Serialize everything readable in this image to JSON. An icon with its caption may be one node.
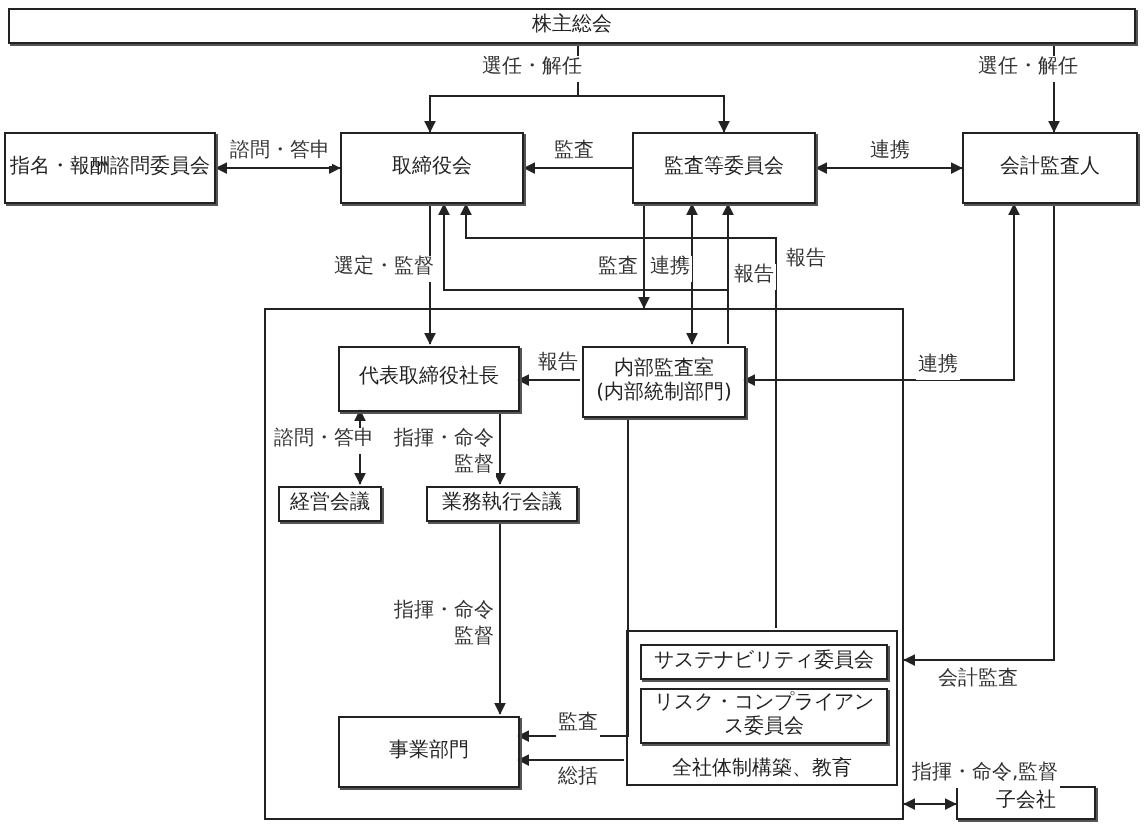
{
  "diagram": {
    "nodes": [
      {
        "text": [
          "株主総会"
        ]
      },
      {
        "text": [
          "指名・報酬諮問委員会"
        ]
      },
      {
        "text": [
          "取締役会"
        ]
      },
      {
        "text": [
          "監査等委員会"
        ]
      },
      {
        "text": [
          "会計監査人"
        ]
      },
      {
        "text": [],
        "shape": "box"
      },
      {
        "text": [
          "代表取締役社長"
        ],
        "in": 5
      },
      {
        "text": [
          "内部監査室",
          "(内部統制部門)"
        ],
        "in": 5
      },
      {
        "text": [
          "経営会議"
        ],
        "in": 5
      },
      {
        "text": [
          "業務執行会議"
        ],
        "in": 5
      },
      {
        "text": [
          "事業部門"
        ],
        "in": 5
      },
      {
        "text": [
          "全社体制構築、教育"
        ],
        "in": 5
      },
      {
        "text": [
          "サステナビリティ委員会"
        ],
        "in": 11
      },
      {
        "text": [
          "リスク・コンプライアンス委員会"
        ],
        "in": 11
      },
      {
        "text": [
          "子会社"
        ]
      }
    ],
    "edges": [
      {
        "from": 0,
        "to": 2,
        "arrow": "to",
        "label": "選任・解任"
      },
      {
        "from": 0,
        "to": 3,
        "arrow": "to"
      },
      {
        "from": 0,
        "to": 4,
        "arrow": "to",
        "label": "選任・解任"
      },
      {
        "from": 1,
        "to": 2,
        "arrow": "both",
        "label": "諮問・答申"
      },
      {
        "from": 3,
        "to": 2,
        "arrow": "to",
        "label": "監査"
      },
      {
        "from": 3,
        "to": 4,
        "arrow": "both",
        "label": "連携"
      },
      {
        "from": 2,
        "to": 6,
        "arrow": "to",
        "label": "選定・監督"
      },
      {
        "from": 3,
        "to": 5,
        "arrow": "to",
        "label": "監査"
      },
      {
        "from": 3,
        "to": 7,
        "arrow": "both",
        "label": "連携"
      },
      {
        "from": 7,
        "to": 3,
        "arrow": "to",
        "label": "報告"
      },
      {
        "from": 7,
        "to": 2,
        "arrow": "to"
      },
      {
        "from": 11,
        "to": 2,
        "arrow": "to",
        "label": "報告"
      },
      {
        "from": 7,
        "to": 6,
        "arrow": "to",
        "label": "報告"
      },
      {
        "from": 4,
        "to": 7,
        "arrow": "both",
        "label": "連携"
      },
      {
        "from": 4,
        "to": 5,
        "arrow": "to",
        "label": "会計監査"
      },
      {
        "from": 6,
        "to": 8,
        "arrow": "both",
        "label": "諮問・答申"
      },
      {
        "from": 6,
        "to": 9,
        "arrow": "to",
        "label": "指揮・命令監督"
      },
      {
        "from": 9,
        "to": 10,
        "arrow": "to",
        "label": "指揮・命令監督"
      },
      {
        "from": 7,
        "to": 10,
        "arrow": "to",
        "label": "監査"
      },
      {
        "from": 11,
        "to": 10,
        "arrow": "to",
        "label": "総括"
      },
      {
        "from": 5,
        "to": 14,
        "arrow": "both",
        "label": "指揮・命令,監督"
      }
    ]
  }
}
